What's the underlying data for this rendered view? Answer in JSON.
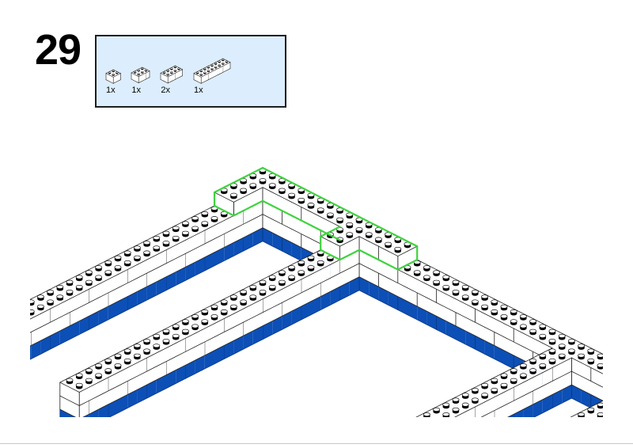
{
  "step": {
    "number": "29"
  },
  "parts_list": {
    "items": [
      {
        "icon": "brick-2x2-white",
        "dims": [
          2,
          2
        ],
        "count": "1x"
      },
      {
        "icon": "brick-2x3-white",
        "dims": [
          3,
          2
        ],
        "count": "1x"
      },
      {
        "icon": "brick-2x4-white",
        "dims": [
          4,
          2
        ],
        "count": "2x"
      },
      {
        "icon": "brick-2x8-white",
        "dims": [
          8,
          2
        ],
        "count": "1x"
      }
    ]
  },
  "colors": {
    "brick_white": "#ffffff",
    "base_blue": "#0c4fb6",
    "highlight": "#3fd33f",
    "parts_bg": "#dcedfd"
  }
}
